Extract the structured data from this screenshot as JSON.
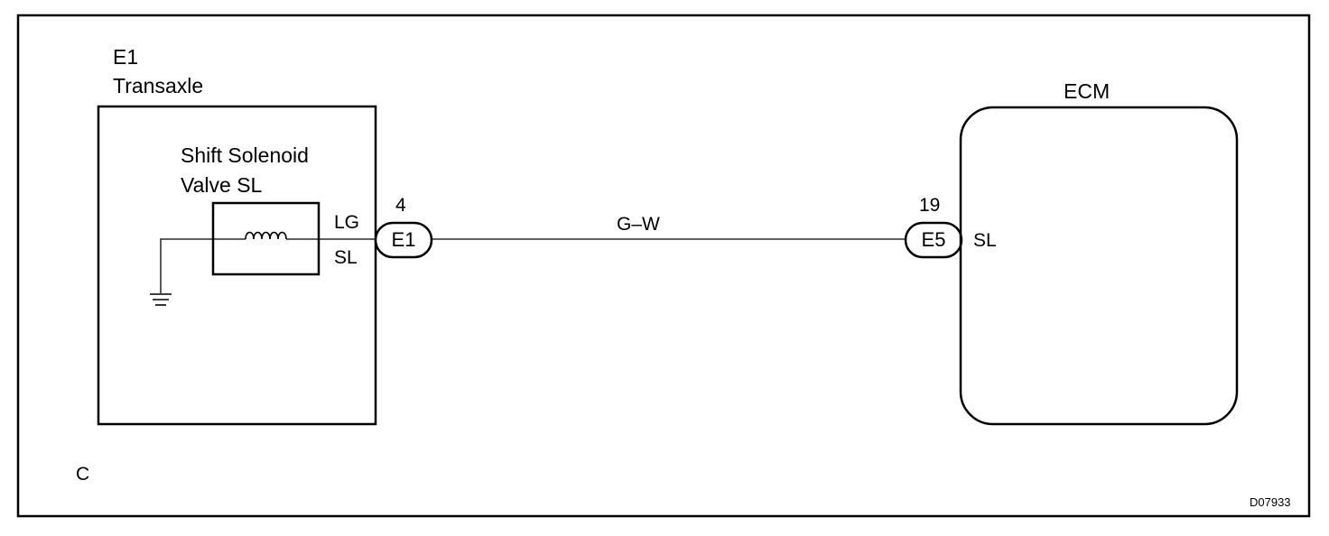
{
  "transaxle": {
    "connector_code": "E1",
    "name": "Transaxle",
    "solenoid_line1": "Shift Solenoid",
    "solenoid_line2": "Valve SL",
    "pin_color": "LG",
    "pin_name": "SL"
  },
  "connector_left": {
    "pin_number": "4",
    "code": "E1"
  },
  "wire": {
    "color_code": "G–W"
  },
  "connector_right": {
    "pin_number": "19",
    "code": "E5"
  },
  "ecm": {
    "title": "ECM",
    "pin_name": "SL"
  },
  "footer": {
    "section_letter": "C",
    "figure_code": "D07933"
  }
}
